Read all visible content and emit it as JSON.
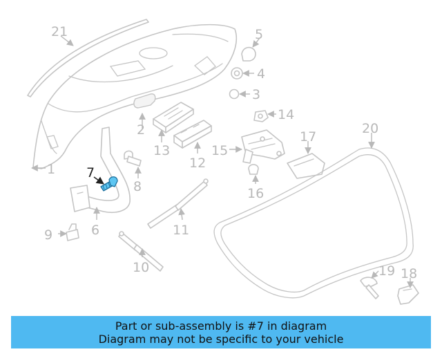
{
  "diagram": {
    "highlight_part": "7",
    "highlight_color": "#5ec6f2",
    "callouts": [
      "1",
      "2",
      "3",
      "4",
      "5",
      "6",
      "7",
      "8",
      "9",
      "10",
      "11",
      "12",
      "13",
      "14",
      "15",
      "16",
      "17",
      "18",
      "19",
      "20",
      "21"
    ]
  },
  "banner": {
    "line1": "Part or sub-assembly is #7 in diagram",
    "line2": "Diagram may not be specific to your vehicle",
    "background": "#4fb9f1"
  }
}
